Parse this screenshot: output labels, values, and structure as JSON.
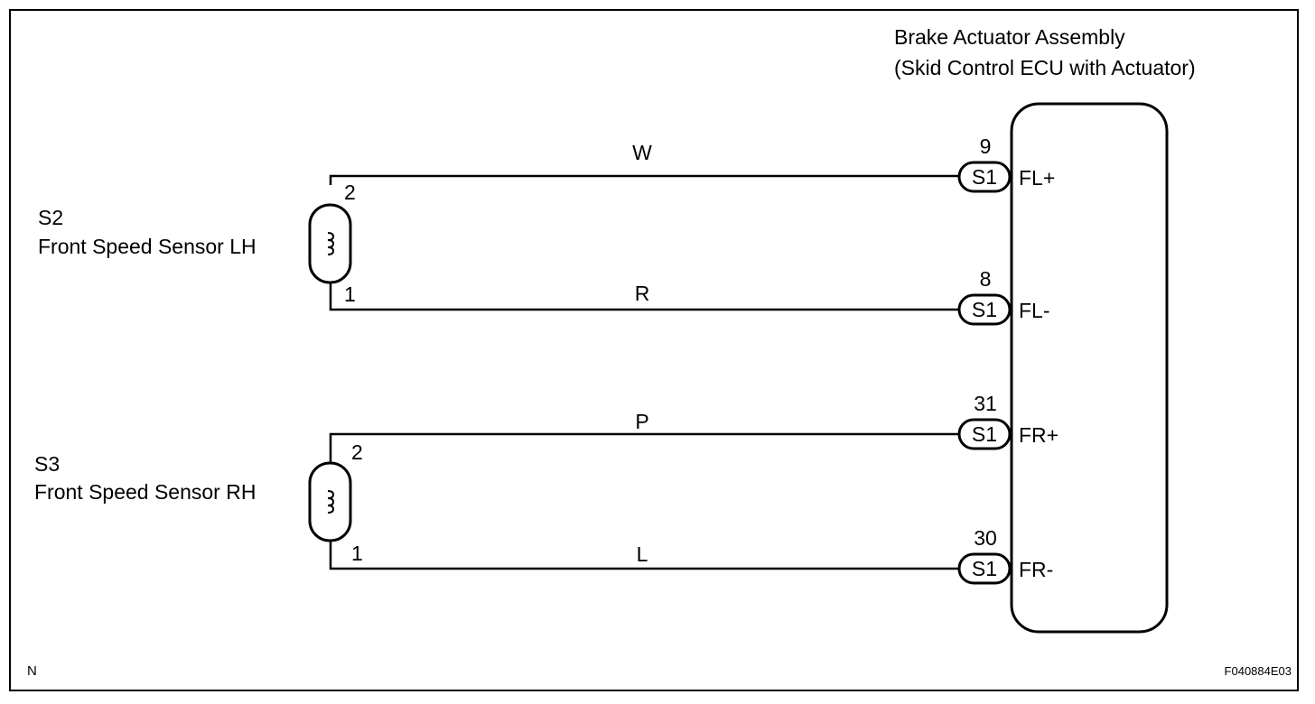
{
  "ecu": {
    "title_line1": "Brake Actuator Assembly",
    "title_line2": "(Skid Control ECU with Actuator)",
    "connector": "S1",
    "terminals": [
      {
        "pin": "9",
        "name": "FL+"
      },
      {
        "pin": "8",
        "name": "FL-"
      },
      {
        "pin": "31",
        "name": "FR+"
      },
      {
        "pin": "30",
        "name": "FR-"
      }
    ]
  },
  "sensors": [
    {
      "code": "S2",
      "name": "Front Speed Sensor LH",
      "pin_top": "2",
      "pin_bottom": "1"
    },
    {
      "code": "S3",
      "name": "Front Speed Sensor RH",
      "pin_top": "2",
      "pin_bottom": "1"
    }
  ],
  "wires": [
    {
      "color": "W"
    },
    {
      "color": "R"
    },
    {
      "color": "P"
    },
    {
      "color": "L"
    }
  ],
  "footer": {
    "left": "N",
    "right": "F040884E03"
  }
}
